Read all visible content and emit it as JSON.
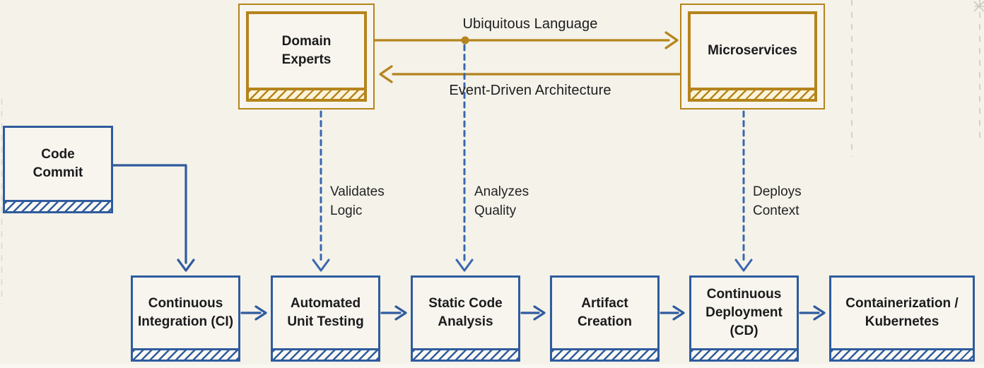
{
  "colors": {
    "gold": "#b5841c",
    "blue": "#2f5b9e",
    "blue_bright": "#3a67ae",
    "background": "#f4f2e9",
    "box_fill": "#f7f5ee",
    "text": "#1b1b1d"
  },
  "domain_layer": {
    "experts": {
      "label": "Domain Experts"
    },
    "microservices": {
      "label": "Microservices"
    },
    "link_top": {
      "label": "Ubiquitous Language"
    },
    "link_bottom": {
      "label": "Event-Driven Architecture"
    }
  },
  "mappings": [
    {
      "label": "Validates Logic"
    },
    {
      "label": "Analyzes Quality"
    },
    {
      "label": "Deploys Context"
    }
  ],
  "pipeline": {
    "source": {
      "label": "Code Commit"
    },
    "stages": [
      {
        "label": "Continuous Integration (CI)"
      },
      {
        "label": "Automated Unit Testing"
      },
      {
        "label": "Static Code Analysis"
      },
      {
        "label": "Artifact Creation"
      },
      {
        "label": "Continuous Deployment (CD)"
      },
      {
        "label": "Containerization / Kubernetes"
      }
    ]
  }
}
